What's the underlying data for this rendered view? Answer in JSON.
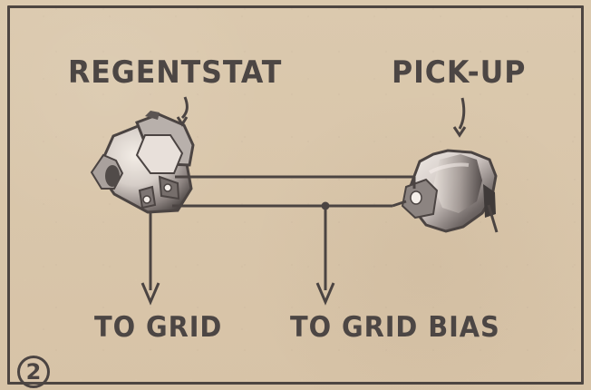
{
  "labels": {
    "regentstat": "REGENTSTAT",
    "pickup": "PICK-UP",
    "to_grid": "TO GRID",
    "to_grid_bias": "TO GRID BIAS",
    "figure_number": "2"
  },
  "colors": {
    "background": "#d9c7ad",
    "ink": "#4b4442",
    "component_light": "#e5ddd4",
    "component_mid": "#b4aca7",
    "component_dark": "#5c5554"
  }
}
